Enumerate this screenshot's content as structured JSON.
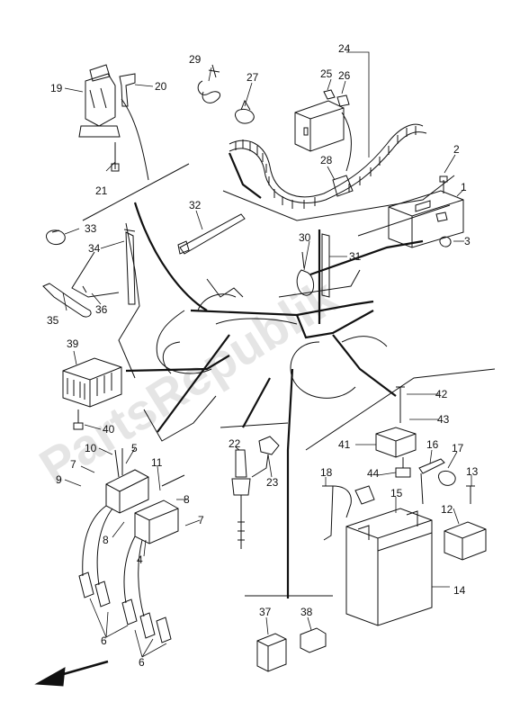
{
  "diagram": {
    "watermark": "PartsRepublik",
    "callouts": [
      {
        "id": "c1",
        "text": "1"
      },
      {
        "id": "c2",
        "text": "2"
      },
      {
        "id": "c3",
        "text": "3"
      },
      {
        "id": "c4",
        "text": "4"
      },
      {
        "id": "c5",
        "text": "5"
      },
      {
        "id": "c6a",
        "text": "6"
      },
      {
        "id": "c6b",
        "text": "6"
      },
      {
        "id": "c7a",
        "text": "7"
      },
      {
        "id": "c7b",
        "text": "7"
      },
      {
        "id": "c8a",
        "text": "8"
      },
      {
        "id": "c8b",
        "text": "8"
      },
      {
        "id": "c9",
        "text": "9"
      },
      {
        "id": "c10",
        "text": "10"
      },
      {
        "id": "c11",
        "text": "11"
      },
      {
        "id": "c12",
        "text": "12"
      },
      {
        "id": "c13",
        "text": "13"
      },
      {
        "id": "c14",
        "text": "14"
      },
      {
        "id": "c15",
        "text": "15"
      },
      {
        "id": "c16",
        "text": "16"
      },
      {
        "id": "c17",
        "text": "17"
      },
      {
        "id": "c18",
        "text": "18"
      },
      {
        "id": "c19",
        "text": "19"
      },
      {
        "id": "c20",
        "text": "20"
      },
      {
        "id": "c21",
        "text": "21"
      },
      {
        "id": "c22",
        "text": "22"
      },
      {
        "id": "c23",
        "text": "23"
      },
      {
        "id": "c24",
        "text": "24"
      },
      {
        "id": "c25",
        "text": "25"
      },
      {
        "id": "c26",
        "text": "26"
      },
      {
        "id": "c27",
        "text": "27"
      },
      {
        "id": "c28",
        "text": "28"
      },
      {
        "id": "c29",
        "text": "29"
      },
      {
        "id": "c30",
        "text": "30"
      },
      {
        "id": "c31",
        "text": "31"
      },
      {
        "id": "c32",
        "text": "32"
      },
      {
        "id": "c33",
        "text": "33"
      },
      {
        "id": "c34",
        "text": "34"
      },
      {
        "id": "c35",
        "text": "35"
      },
      {
        "id": "c36",
        "text": "36"
      },
      {
        "id": "c37",
        "text": "37"
      },
      {
        "id": "c38",
        "text": "38"
      },
      {
        "id": "c39",
        "text": "39"
      },
      {
        "id": "c40",
        "text": "40"
      },
      {
        "id": "c41",
        "text": "41"
      },
      {
        "id": "c42",
        "text": "42"
      },
      {
        "id": "c43",
        "text": "43"
      },
      {
        "id": "c44",
        "text": "44"
      }
    ]
  }
}
